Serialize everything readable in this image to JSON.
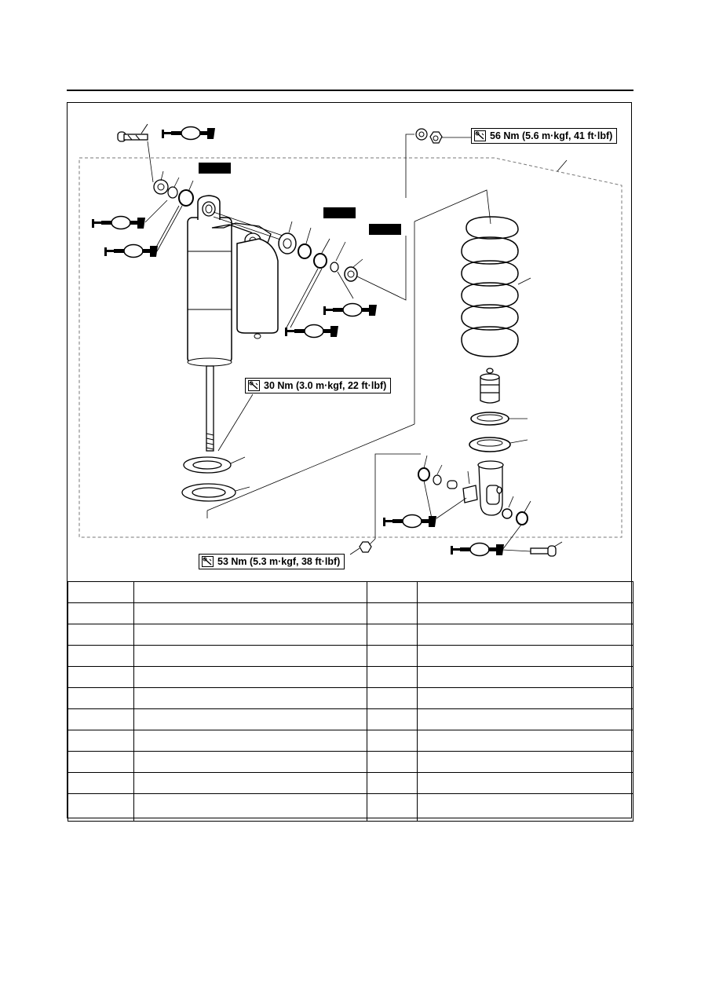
{
  "torque": {
    "nut_top": "56 Nm (5.6 m·kgf, 41 ft·lbf)",
    "ring_nut": "30 Nm (3.0 m·kgf, 22 ft·lbf)",
    "nut_bottom": "53 Nm (5.3 m·kgf, 38 ft·lbf)"
  },
  "icons": {
    "torque": "torque-wrench-icon",
    "grease": "grease-gun-icon"
  },
  "table": {
    "rows": [
      [
        "",
        "",
        "",
        ""
      ],
      [
        "",
        "",
        "",
        ""
      ],
      [
        "",
        "",
        "",
        ""
      ],
      [
        "",
        "",
        "",
        ""
      ],
      [
        "",
        "",
        "",
        ""
      ],
      [
        "",
        "",
        "",
        ""
      ],
      [
        "",
        "",
        "",
        ""
      ],
      [
        "",
        "",
        "",
        ""
      ],
      [
        "",
        "",
        "",
        ""
      ],
      [
        "",
        "",
        "",
        ""
      ],
      [
        "",
        "",
        "",
        ""
      ]
    ]
  }
}
